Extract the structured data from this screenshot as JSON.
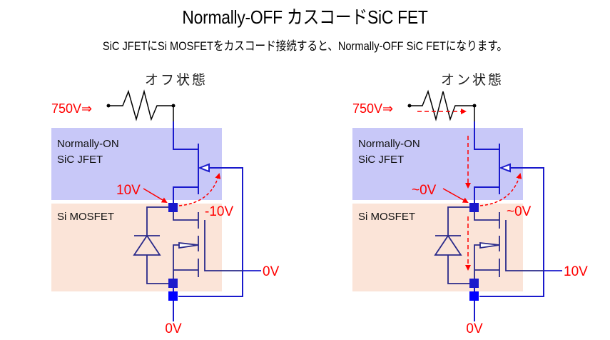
{
  "title": "Normally-OFF カスコードSiC FET",
  "subtitle": "SiC JFETにSi MOSFETをカスコード接続すると、Normally-OFF SiC FETになります。",
  "colors": {
    "jfet_region": "#c8c8f8",
    "mosfet_region": "#fbe4d8",
    "wire_blue": "#1a1acc",
    "wire_dark": "#2a2a8a",
    "node": "#1a1acc",
    "annotation_red": "#ff0000",
    "resistor": "#000000"
  },
  "panels": [
    {
      "id": "off-state",
      "state_label": "オフ状態",
      "input_label": "750V⇒",
      "jfet_label_line1": "Normally-ON",
      "jfet_label_line2": "SiC JFET",
      "mosfet_label": "Si MOSFET",
      "midpoint_voltage": "10V",
      "jfet_gate_voltage": "-10V",
      "mosfet_gate_voltage": "0V",
      "source_voltage": "0V",
      "current_flow": false
    },
    {
      "id": "on-state",
      "state_label": "オン状態",
      "input_label": "750V⇒",
      "jfet_label_line1": "Normally-ON",
      "jfet_label_line2": "SiC JFET",
      "mosfet_label": "Si MOSFET",
      "midpoint_voltage": "~0V",
      "jfet_gate_voltage": "~0V",
      "mosfet_gate_voltage": "10V",
      "source_voltage": "0V",
      "current_flow": true
    }
  ]
}
